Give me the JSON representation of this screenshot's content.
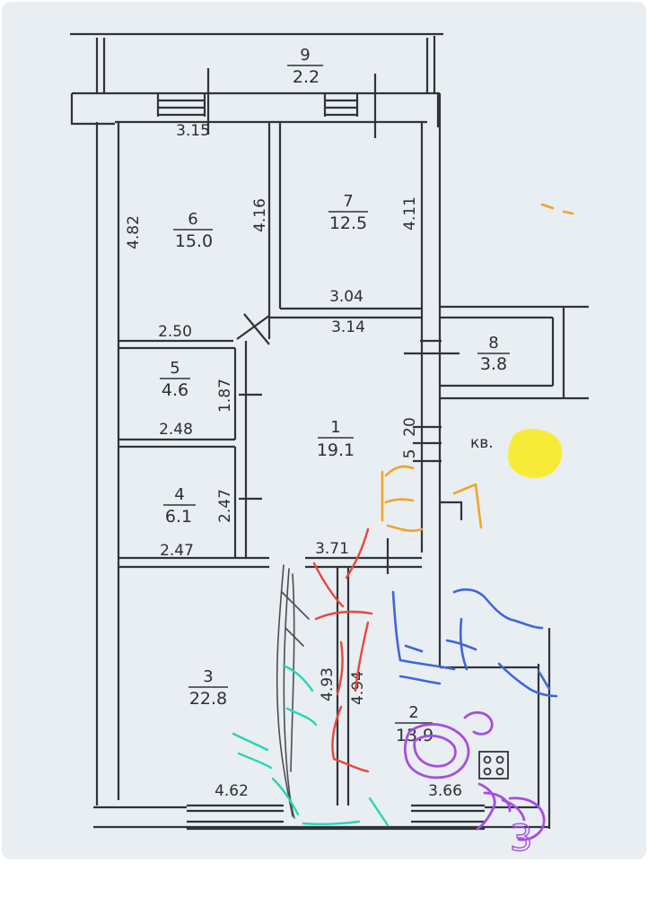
{
  "plan": {
    "colors": {
      "paper": "#e9eef2",
      "line": "#2f3438",
      "yellow": "#f6ec28"
    },
    "rooms": [
      {
        "id": "room-9",
        "number": "9",
        "area": "2.2"
      },
      {
        "id": "room-6",
        "number": "6",
        "area": "15.0"
      },
      {
        "id": "room-7",
        "number": "7",
        "area": "12.5"
      },
      {
        "id": "room-8",
        "number": "8",
        "area": "3.8"
      },
      {
        "id": "room-5",
        "number": "5",
        "area": "4.6"
      },
      {
        "id": "room-1",
        "number": "1",
        "area": "19.1"
      },
      {
        "id": "room-4",
        "number": "4",
        "area": "6.1"
      },
      {
        "id": "room-3",
        "number": "3",
        "area": "22.8"
      },
      {
        "id": "room-2",
        "number": "2",
        "area": "13.9"
      }
    ],
    "dimensions": {
      "d_3_15": "3.15",
      "d_4_82": "4.82",
      "d_4_16": "4.16",
      "d_4_11": "4.11",
      "d_3_04": "3.04",
      "d_3_14": "3.14",
      "d_2_50": "2.50",
      "d_1_87": "1.87",
      "d_2_48": "2.48",
      "d_20": "20",
      "d_5": "5",
      "d_2_47_v": "2.47",
      "d_2_47_h": "2.47",
      "d_3_71": "3.71",
      "d_4_93": "4.93",
      "d_4_94": "4.94",
      "d_4_62": "4.62",
      "d_3_66": "3.66"
    },
    "kv_label": "кв.",
    "handwritten_digit": "3"
  }
}
